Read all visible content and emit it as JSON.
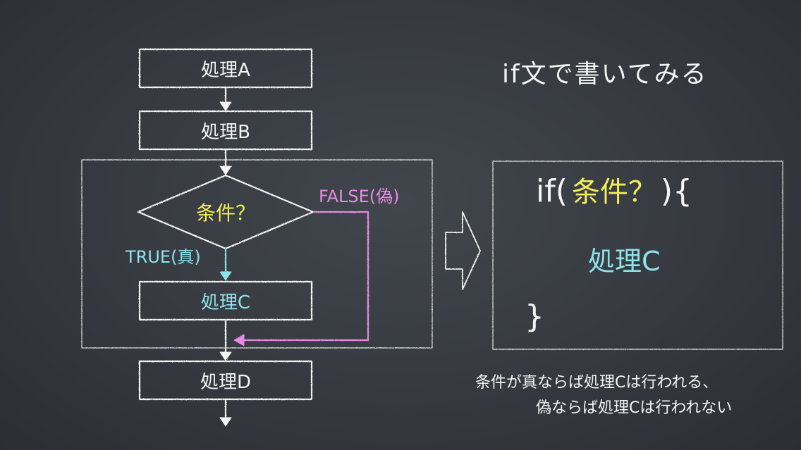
{
  "flowchart": {
    "process_a": "処理A",
    "process_b": "処理B",
    "condition": "条件？",
    "true_label": "TRUE(真)",
    "false_label": "FALSE(偽)",
    "process_c": "処理C",
    "process_d": "処理D"
  },
  "right_panel": {
    "title": "if文で書いてみる",
    "code_if_open": "if(",
    "code_condition": "条件？",
    "code_paren_brace": "){",
    "code_body": "処理C",
    "code_close": "}",
    "caption_line1": "条件が真ならば処理Cは行われる、",
    "caption_line2": "偽ならば処理Cは行われない"
  },
  "colors": {
    "chalk_white": "#f4f4f4",
    "chalk_yellow": "#f2ee5a",
    "chalk_cyan": "#8ee3ea",
    "chalk_magenta": "#e58be6",
    "board": "#363a40"
  }
}
